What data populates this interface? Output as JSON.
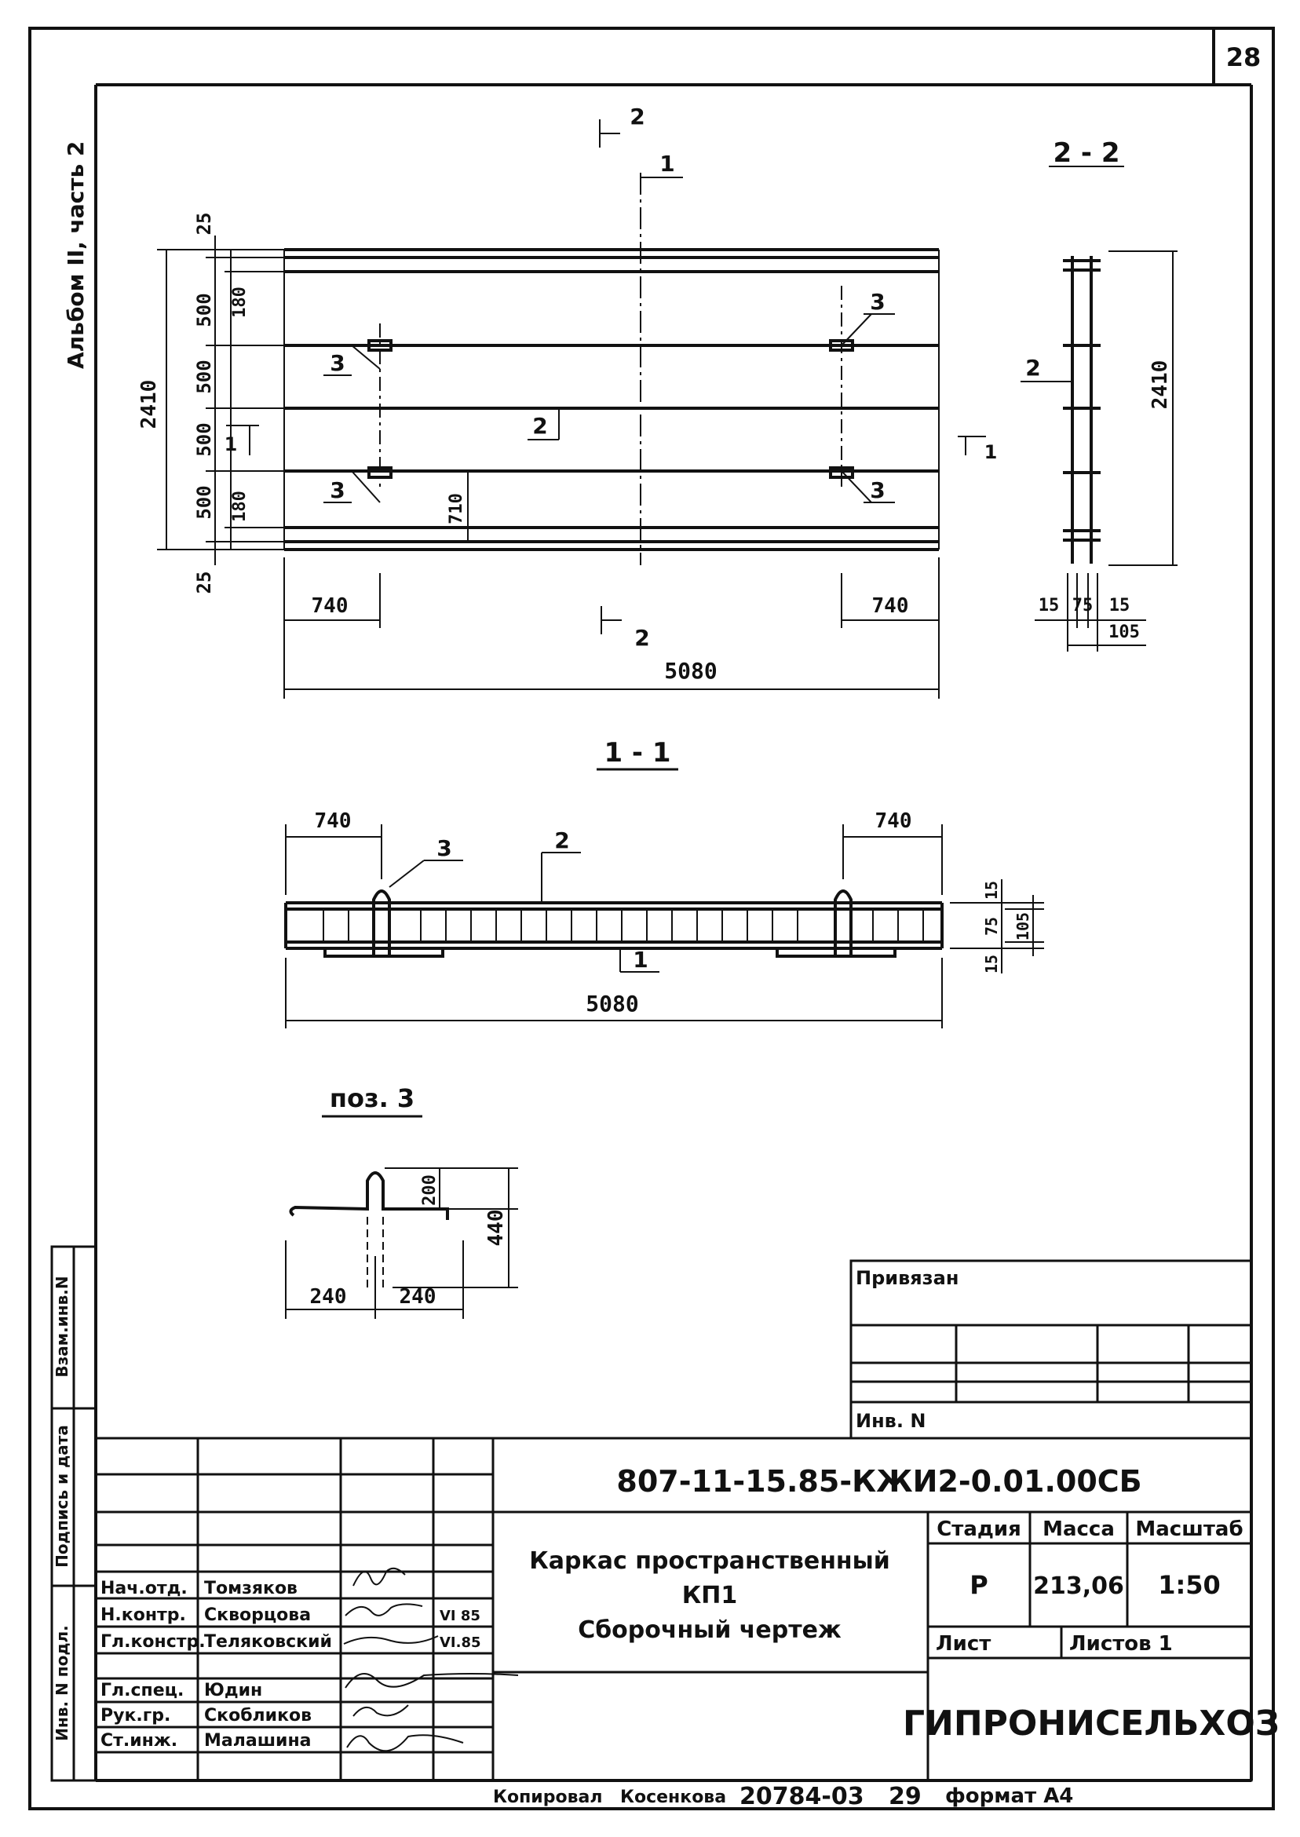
{
  "sheet": {
    "page_number": "28",
    "album_label": "Альбом II, часть 2"
  },
  "plan": {
    "section_mark": "2",
    "dims": {
      "total_height": "2410",
      "edge_top": "25",
      "edge_bottom": "25",
      "spacing": [
        "500",
        "500",
        "500",
        "500"
      ],
      "inner_top": "180",
      "inner_bottom": "180",
      "offset": "710",
      "end_left": "740",
      "end_right": "740",
      "total_length": "5080"
    },
    "labels": {
      "pos1": "1",
      "pos2": "2",
      "pos3": "3",
      "cut": "1"
    }
  },
  "section_2_2": {
    "title": "2 - 2",
    "pos2": "2",
    "height": "2410",
    "w1": "15",
    "w2": "75",
    "w3": "15",
    "w_total": "105"
  },
  "section_1_1": {
    "title": "1 - 1",
    "end_left": "740",
    "end_right": "740",
    "pos1": "1",
    "pos2": "2",
    "pos3": "3",
    "h1": "15",
    "h2": "75",
    "h3": "15",
    "h_total": "105",
    "total_length": "5080"
  },
  "item3": {
    "title": "поз. 3",
    "h_loop": "200",
    "h_total": "440",
    "leg_left": "240",
    "leg_right": "240"
  },
  "side_stamp": {
    "vzam": "Взам.инв.N",
    "podpis": "Подпись и дата",
    "inv": "Инв. N подл."
  },
  "binding_block": {
    "privyazan": "Привязан",
    "inv": "Инв. N"
  },
  "title_block": {
    "code": "807-11-15.85-КЖИ2-0.01.00СБ",
    "name_line1": "Каркас пространственный",
    "name_line2": "КП1",
    "name_line3": "Сборочный чертеж",
    "headers": {
      "stage": "Стадия",
      "mass": "Масса",
      "scale": "Масштаб"
    },
    "values": {
      "stage": "Р",
      "mass": "213,06",
      "scale": "1:50"
    },
    "sheet_label": "Лист",
    "sheets_label": "Листов 1",
    "org": "ГИПРОНИСЕЛЬХОЗ",
    "staff": [
      {
        "role": "Нач.отд.",
        "name": "Томзяков",
        "date": ""
      },
      {
        "role": "Н.контр.",
        "name": "Скворцова",
        "date": "VI 85"
      },
      {
        "role": "Гл.констр.",
        "name": "Теляковский",
        "date": "VI.85"
      },
      {
        "role": "Гл.спец.",
        "name": "Юдин",
        "date": ""
      },
      {
        "role": "Рук.гр.",
        "name": "Скобликов",
        "date": ""
      },
      {
        "role": "Ст.инж.",
        "name": "Малашина",
        "date": ""
      }
    ]
  },
  "footer": {
    "copied": "Копировал",
    "copier": "Косенкова",
    "number": "20784-03",
    "page": "29",
    "format": "формат А4"
  }
}
